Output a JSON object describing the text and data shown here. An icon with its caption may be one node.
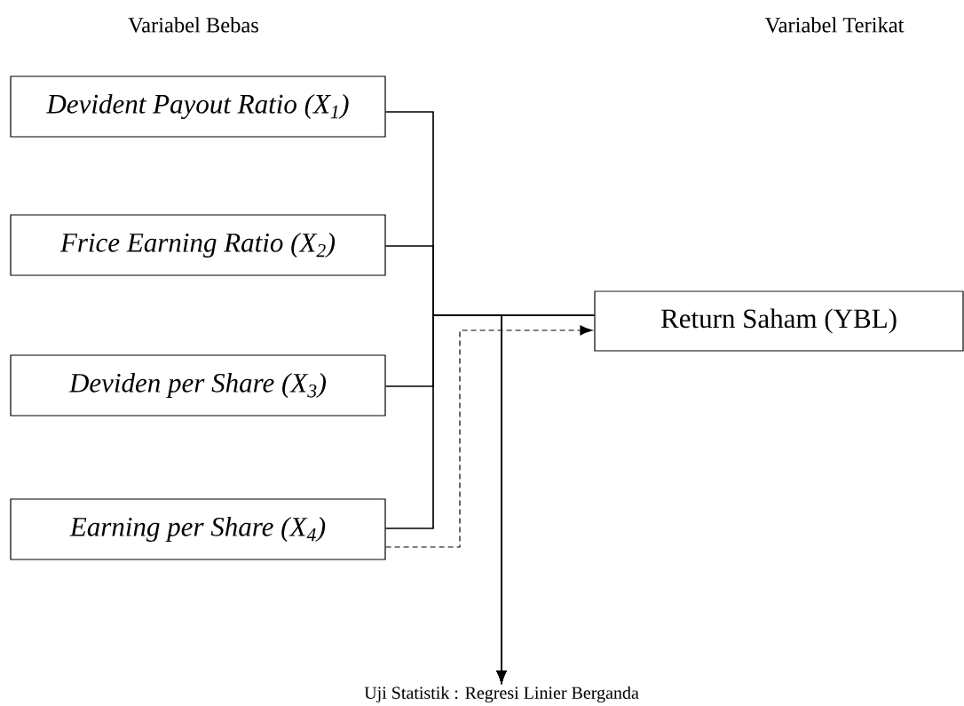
{
  "diagram": {
    "nodes": [
      {
        "text": [
          "Devident Payout Ratio (X$_{1}$)"
        ]
      },
      {
        "text": [
          "Frice Earning Ratio (X$_{2}$)"
        ]
      },
      {
        "text": [
          "Deviden per Share (X$_{3}$)"
        ]
      },
      {
        "text": [
          "Earning per Share (X$_{4}$)"
        ]
      },
      {
        "text": [
          "Return Saham (YBL)"
        ]
      },
      {
        "text": [
          "Uji Statistik : Regresi Linier Berganda"
        ]
      }
    ],
    "edges": [
      {
        "from": 0,
        "to": 4,
        "arrow": "none"
      },
      {
        "from": 1,
        "to": 4,
        "arrow": "none"
      },
      {
        "from": 2,
        "to": 4,
        "arrow": "none"
      },
      {
        "from": 3,
        "to": 4,
        "arrow": "none"
      },
      {
        "from": 0,
        "to": 5,
        "arrow": "to"
      },
      {
        "from": 1,
        "to": 5,
        "arrow": "to"
      },
      {
        "from": 2,
        "to": 5,
        "arrow": "to"
      },
      {
        "from": 3,
        "to": 5,
        "arrow": "to"
      },
      {
        "from": 3,
        "to": 4,
        "arrow": "to",
        "style": "dashed"
      }
    ],
    "labels": [
      "Variabel Bebas",
      "Variabel Terikat"
    ]
  }
}
